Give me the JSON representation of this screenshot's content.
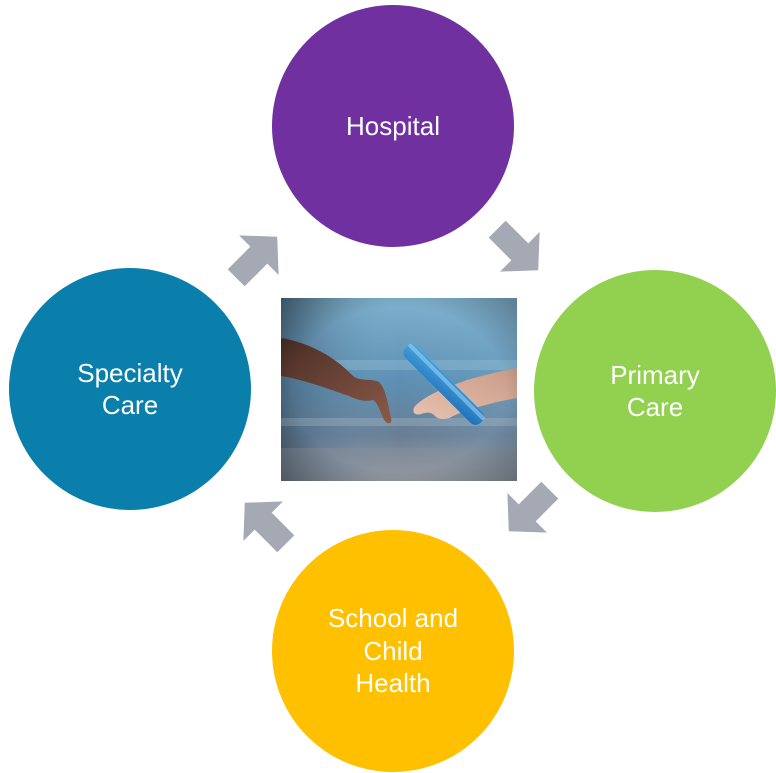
{
  "diagram": {
    "nodes": [
      {
        "id": "hospital",
        "label": "Hospital",
        "color": "#7030a0"
      },
      {
        "id": "primary-care",
        "label": "Primary\nCare",
        "color": "#92d050"
      },
      {
        "id": "school-child-health",
        "label": "School and\nChild\nHealth",
        "color": "#ffc000"
      },
      {
        "id": "specialty-care",
        "label": "Specialty\nCare",
        "color": "#0b7fab"
      }
    ],
    "arrow_color": "#a5a9b4",
    "center_image": "relay-baton-handoff-photo"
  }
}
